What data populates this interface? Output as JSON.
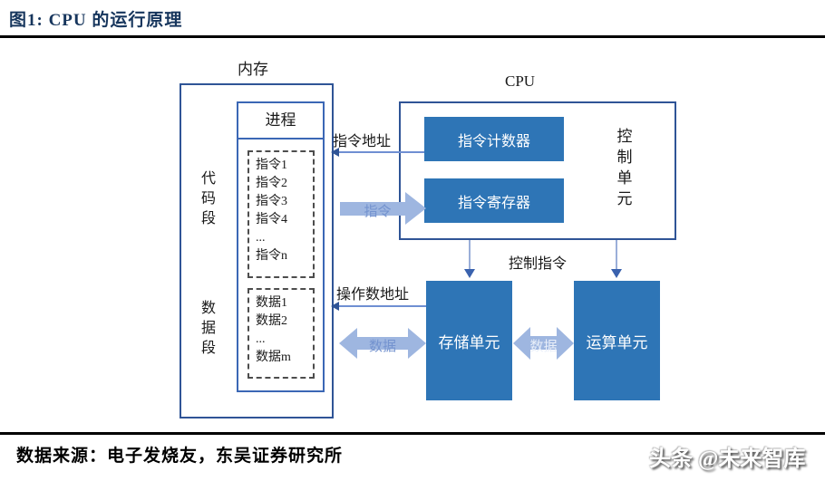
{
  "title": "图1:  CPU 的运行原理",
  "source_note": "数据来源：电子发烧友，东吴证券研究所",
  "watermark": "头条 @未来智库",
  "colors": {
    "title_text": "#17365D",
    "box_border_dark": "#2F5496",
    "box_border_inner": "#3B67B5",
    "fill_blue": "#2E75B6",
    "arrow_light_blue": "#9EB6E0",
    "arrow_label_blue": "#7493CF",
    "thin_line_blue": "#6F8FD2",
    "arrowhead_blue": "#3A62AE",
    "rule_black": "#000000"
  },
  "memory": {
    "label": "内存",
    "process": "进程",
    "code_segment": "代码段",
    "data_segment": "数据段",
    "instructions": [
      "指令1",
      "指令2",
      "指令3",
      "指令4",
      "...",
      "指令n"
    ],
    "data_items": [
      "数据1",
      "数据2",
      "...",
      "数据m"
    ]
  },
  "cpu": {
    "label": "CPU",
    "instruction_counter": "指令计数器",
    "instruction_register": "指令寄存器",
    "control_unit": "控制单元"
  },
  "units": {
    "storage_unit": "存储单元",
    "alu_unit": "运算单元"
  },
  "flows": {
    "instruction_address": "指令地址",
    "instruction": "指令",
    "control_instruction": "控制指令",
    "operand_address": "操作数地址",
    "data_left": "数据",
    "data_right": "数据"
  }
}
